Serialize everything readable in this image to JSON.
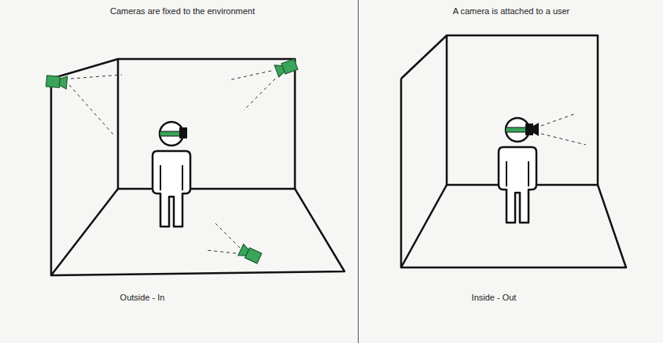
{
  "diagram": {
    "labels": [
      "Cameras are fixed to the environment",
      "A camera is attached to a user",
      "Outside - In",
      "Inside - Out"
    ]
  }
}
